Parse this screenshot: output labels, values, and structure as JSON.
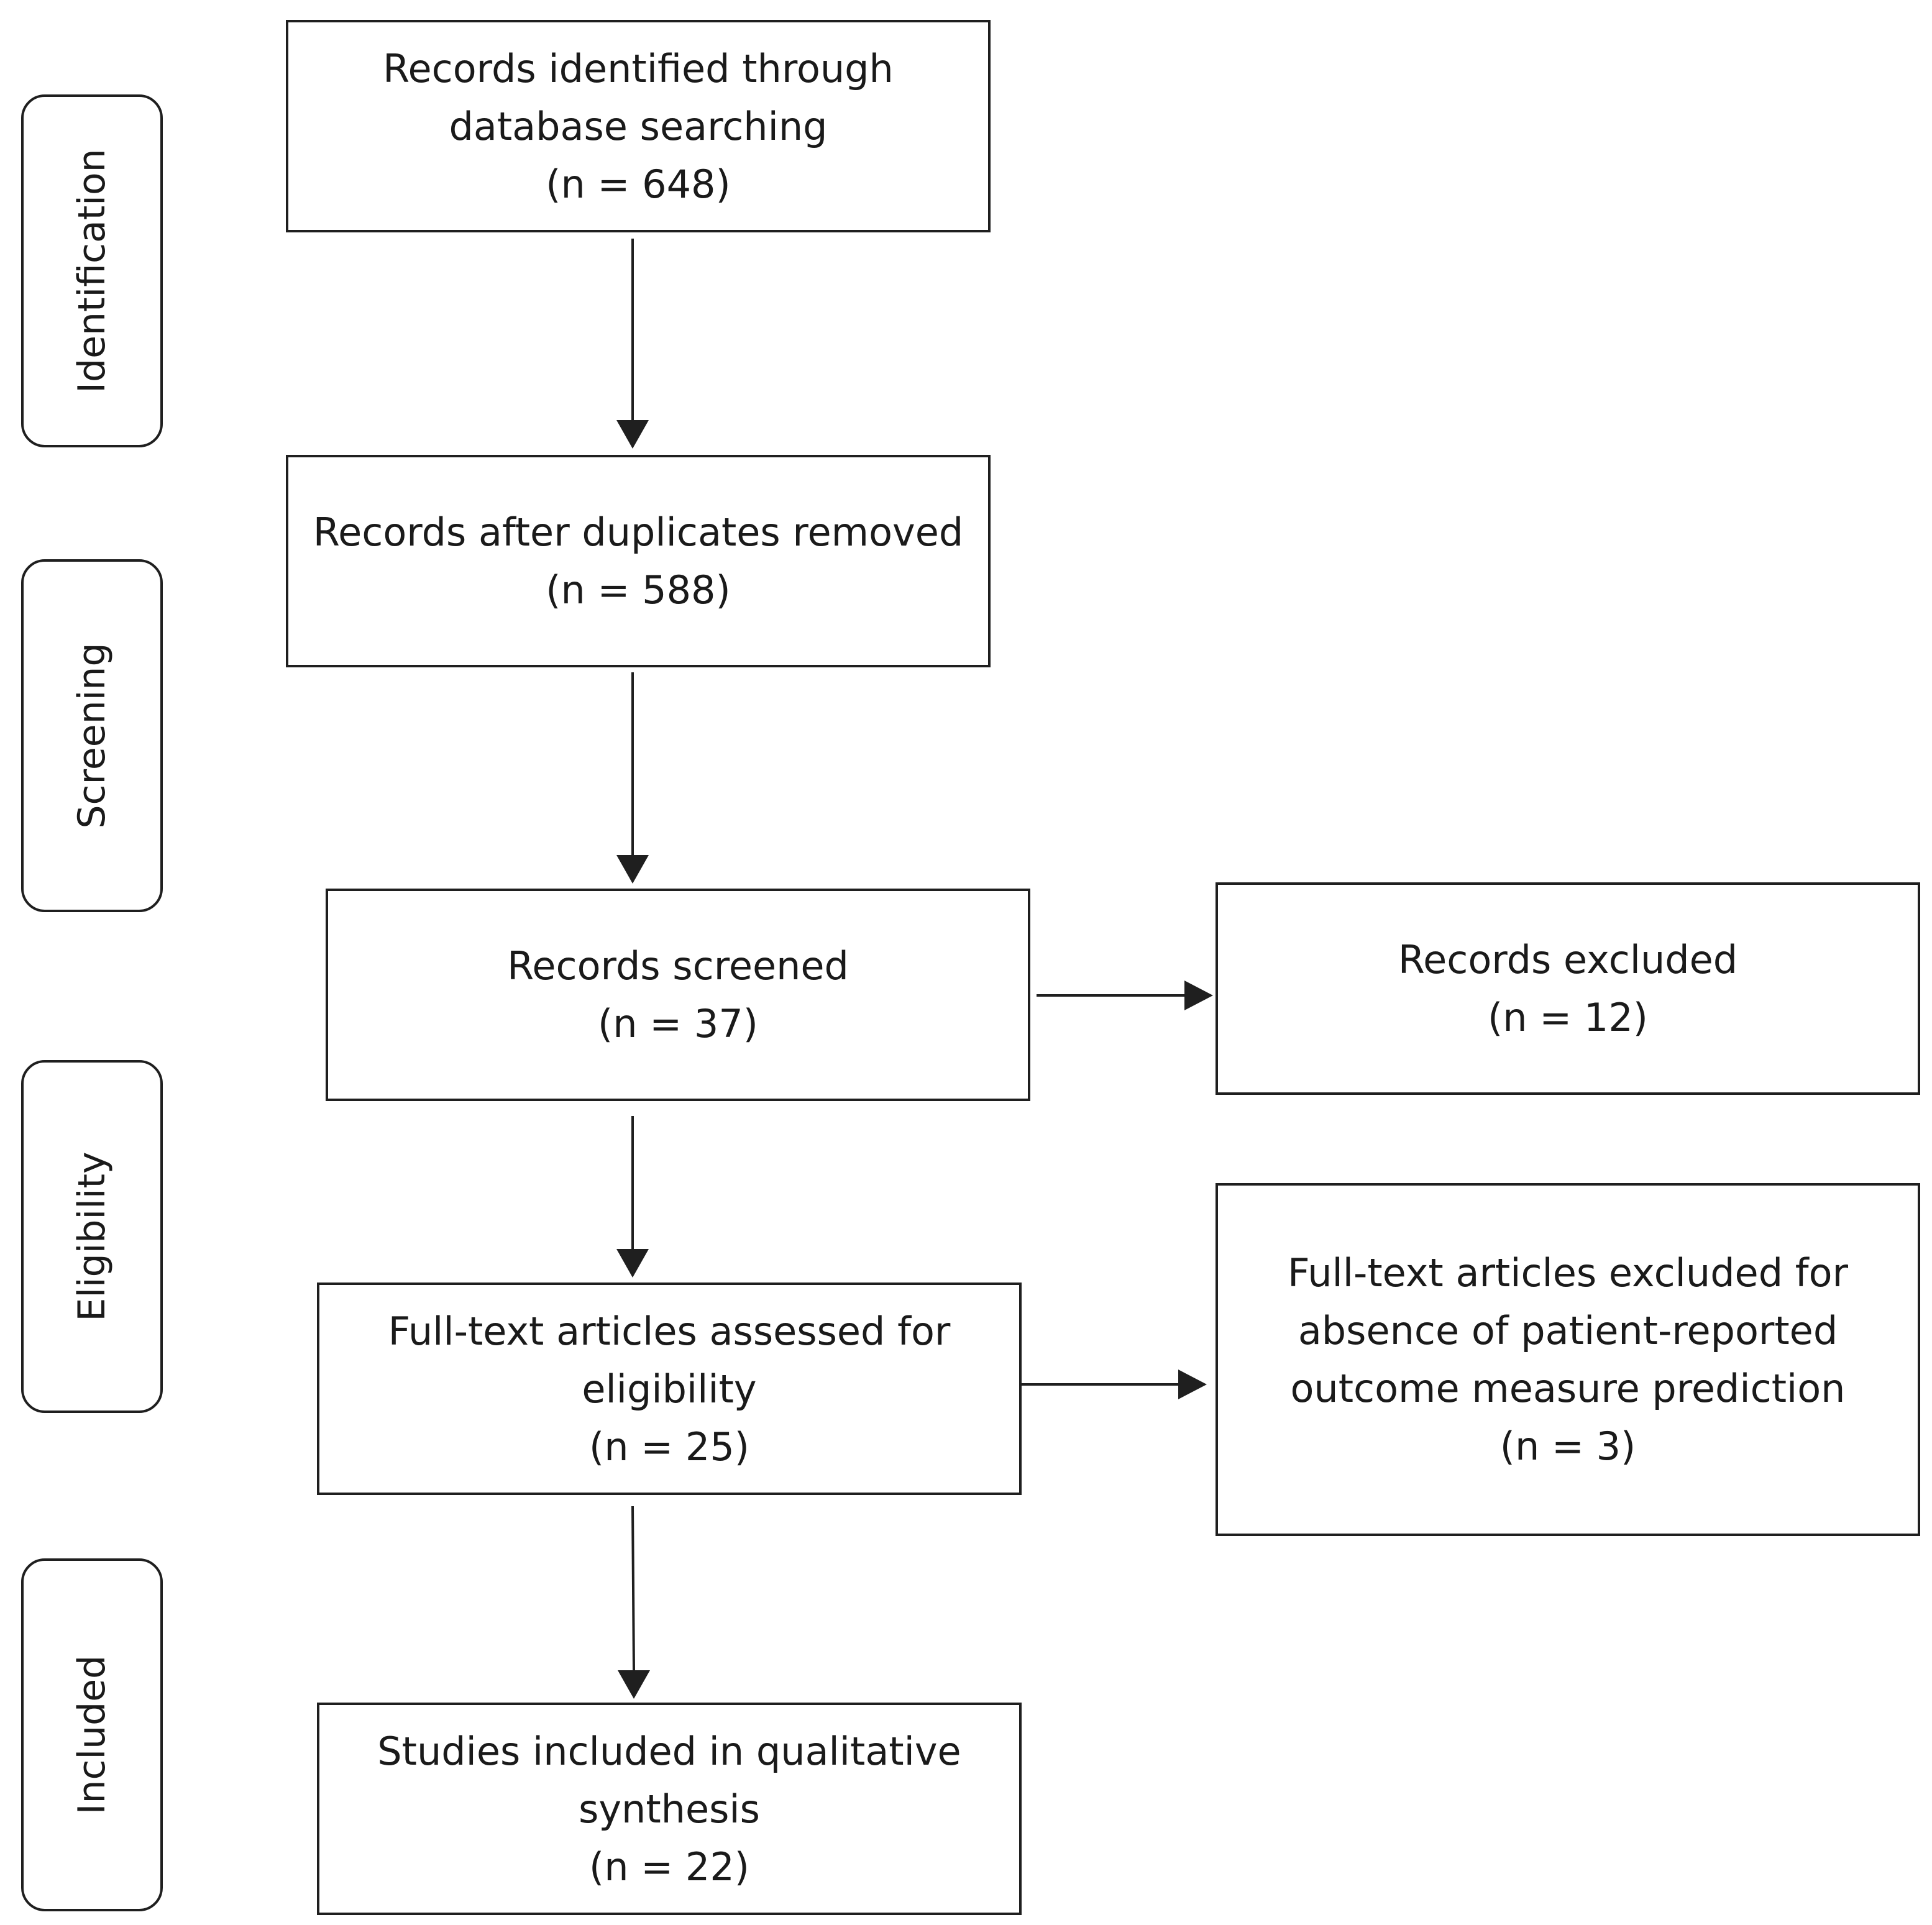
{
  "stages": {
    "identification": "Identification",
    "screening": "Screening",
    "eligibility": "Eligibility",
    "included": "Included"
  },
  "boxes": {
    "identified": {
      "line1": "Records identified through",
      "line2": "database searching",
      "count": "(n = 648)"
    },
    "deduplicated": {
      "line1": "Records after duplicates removed",
      "count": "(n =  588)"
    },
    "screened": {
      "line1": "Records screened",
      "count": "(n =  37)"
    },
    "excluded": {
      "line1": "Records excluded",
      "count": "(n = 12)"
    },
    "fulltext_assessed": {
      "line1": "Full-text articles assessed for",
      "line2": "eligibility",
      "count": "(n =  25)"
    },
    "fulltext_excluded": {
      "line1": "Full-text articles excluded for",
      "line2": "absence of patient-reported",
      "line3": "outcome measure prediction",
      "count": "(n = 3)"
    },
    "included": {
      "line1": "Studies included in qualitative",
      "line2": "synthesis",
      "count": "(n =  22)"
    }
  },
  "colors": {
    "line": "#1f1f1f",
    "background": "#ffffff"
  }
}
